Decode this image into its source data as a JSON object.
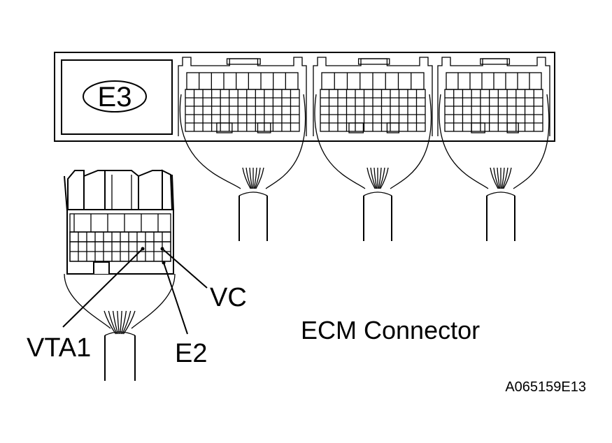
{
  "connector_id": "E3",
  "pins": {
    "vc": "VC",
    "vta1": "VTA1",
    "e2": "E2"
  },
  "caption": "ECM Connector",
  "figure_code": "A065159E13"
}
